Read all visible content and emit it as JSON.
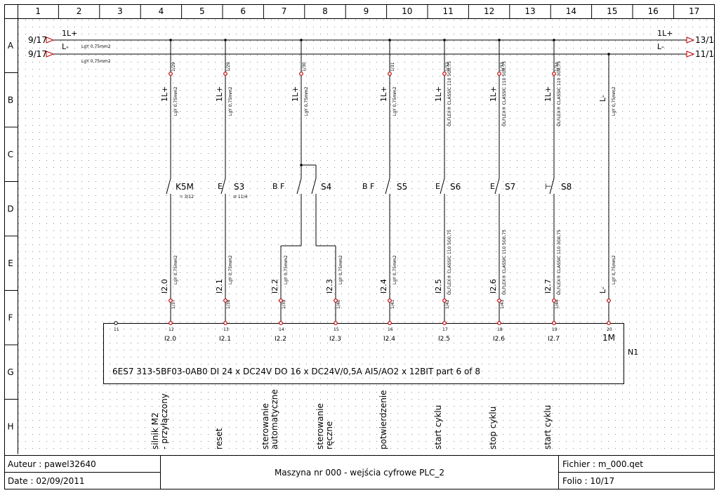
{
  "columns": [
    "1",
    "2",
    "3",
    "4",
    "5",
    "6",
    "7",
    "8",
    "9",
    "10",
    "11",
    "12",
    "13",
    "14",
    "15",
    "16",
    "17"
  ],
  "rows": [
    "A",
    "B",
    "C",
    "D",
    "E",
    "F",
    "G",
    "H"
  ],
  "supply": {
    "xref_left_1": "9/17",
    "xref_left_2": "9/17",
    "pos_label": "1L+",
    "neg_label": "L-",
    "pos_label_right": "1L+",
    "neg_label_right": "L-",
    "xref_right_1": "13/1",
    "xref_right_2": "11/1",
    "wire_spec_1": "LgY 0,75mm2",
    "wire_spec_2": "LgY 0,75mm2"
  },
  "branches": [
    {
      "top_potential": "1L+",
      "top_wire": "LgY 0,75mm2",
      "top_node": "1/29",
      "device": "K5M",
      "device_ref": "3/12",
      "input": "I2.0",
      "bottom_wire": "LgY 0,75mm2",
      "bottom_node": "1/37",
      "pin": "12",
      "pin_label": "I2.0",
      "description": [
        "silnik M2",
        "- przyłączony"
      ]
    },
    {
      "top_potential": "1L+",
      "top_wire": "LgY 0,75mm2",
      "top_node": "1/29",
      "device": "S3",
      "device_ref": "11/4",
      "input": "I2.1",
      "bottom_wire": "LgY 0,75mm2",
      "bottom_node": "1/38",
      "pin": "13",
      "pin_label": "I2.1",
      "description": [
        "reset"
      ]
    },
    {
      "top_potential": "1L+",
      "top_wire": "LgY 0,75mm2",
      "top_node": "1/30",
      "device": "S4",
      "device_ref": "",
      "input": "I2.2",
      "bottom_wire": "LgY 0,75mm2",
      "bottom_node": "1/39",
      "pin": "14",
      "pin_label": "I2.2",
      "description": [
        "sterowanie",
        "automatyczne"
      ]
    },
    {
      "top_potential": "",
      "top_wire": "",
      "top_node": "",
      "device": "",
      "device_ref": "",
      "input": "I2.3",
      "bottom_wire": "LgY 0,75mm2",
      "bottom_node": "1/40",
      "pin": "15",
      "pin_label": "I2.3",
      "description": [
        "sterowanie",
        "ręczne"
      ]
    },
    {
      "top_potential": "1L+",
      "top_wire": "LgY 0,75mm2",
      "top_node": "1/31",
      "device": "S5",
      "device_ref": "",
      "input": "I2.4",
      "bottom_wire": "LgY 0,75mm2",
      "bottom_node": "1/41",
      "pin": "16",
      "pin_label": "I2.4",
      "description": [
        "potwierdzenie"
      ]
    },
    {
      "top_potential": "1L+",
      "top_wire": "ÖLFLEX® CLASSIC 110 5G0,75",
      "top_node": "1/32",
      "device": "S6",
      "device_ref": "",
      "input": "I2.5",
      "bottom_wire": "ÖLFLEX® CLASSIC 110 5G0,75",
      "bottom_node": "1/42",
      "pin": "17",
      "pin_label": "I2.5",
      "description": [
        "start cyklu"
      ]
    },
    {
      "top_potential": "1L+",
      "top_wire": "ÖLFLEX® CLASSIC 110 5G0,75",
      "top_node": "1/33",
      "device": "S7",
      "device_ref": "",
      "input": "I2.6",
      "bottom_wire": "ÖLFLEX® CLASSIC 110 5G0,75",
      "bottom_node": "1/43",
      "pin": "18",
      "pin_label": "I2.6",
      "description": [
        "stop cyklu"
      ]
    },
    {
      "top_potential": "1L+",
      "top_wire": "ÖLFLEX® CLASSIC 110 3G0,75",
      "top_node": "1/34",
      "device": "S8",
      "device_ref": "",
      "input": "I2.7",
      "bottom_wire": "ÖLFLEX® CLASSIC 110 3G0,75",
      "bottom_node": "1/44",
      "pin": "19",
      "pin_label": "I2.7",
      "description": [
        "start cyklu"
      ]
    },
    {
      "top_potential": "L-",
      "top_wire": "LgY 0,75mm2",
      "top_node": "",
      "device": "",
      "device_ref": "",
      "input": "L-",
      "bottom_wire": "LgY 0,75mm2",
      "bottom_node": "",
      "pin": "20",
      "pin_label": "1M",
      "description": []
    }
  ],
  "module": {
    "tag": "N1",
    "first_pin": "11",
    "spec": "6ES7 313-5BF03-0AB0    DI 24 x DC24V   DO 16 x DC24V/0,5A   AI5/AO2 x 12BIT   part 6 of 8"
  },
  "cartouche": {
    "author": "Auteur : pawel32640",
    "date": "Date : 02/09/2011",
    "title": "Maszyna nr 000 - wejścia cyfrowe PLC_2",
    "file": "Fichier : m_000.qet",
    "folio": "Folio : 10/17"
  },
  "colors": {
    "line": "#000000",
    "node": "#c00000",
    "grid_dot": "#888888"
  }
}
